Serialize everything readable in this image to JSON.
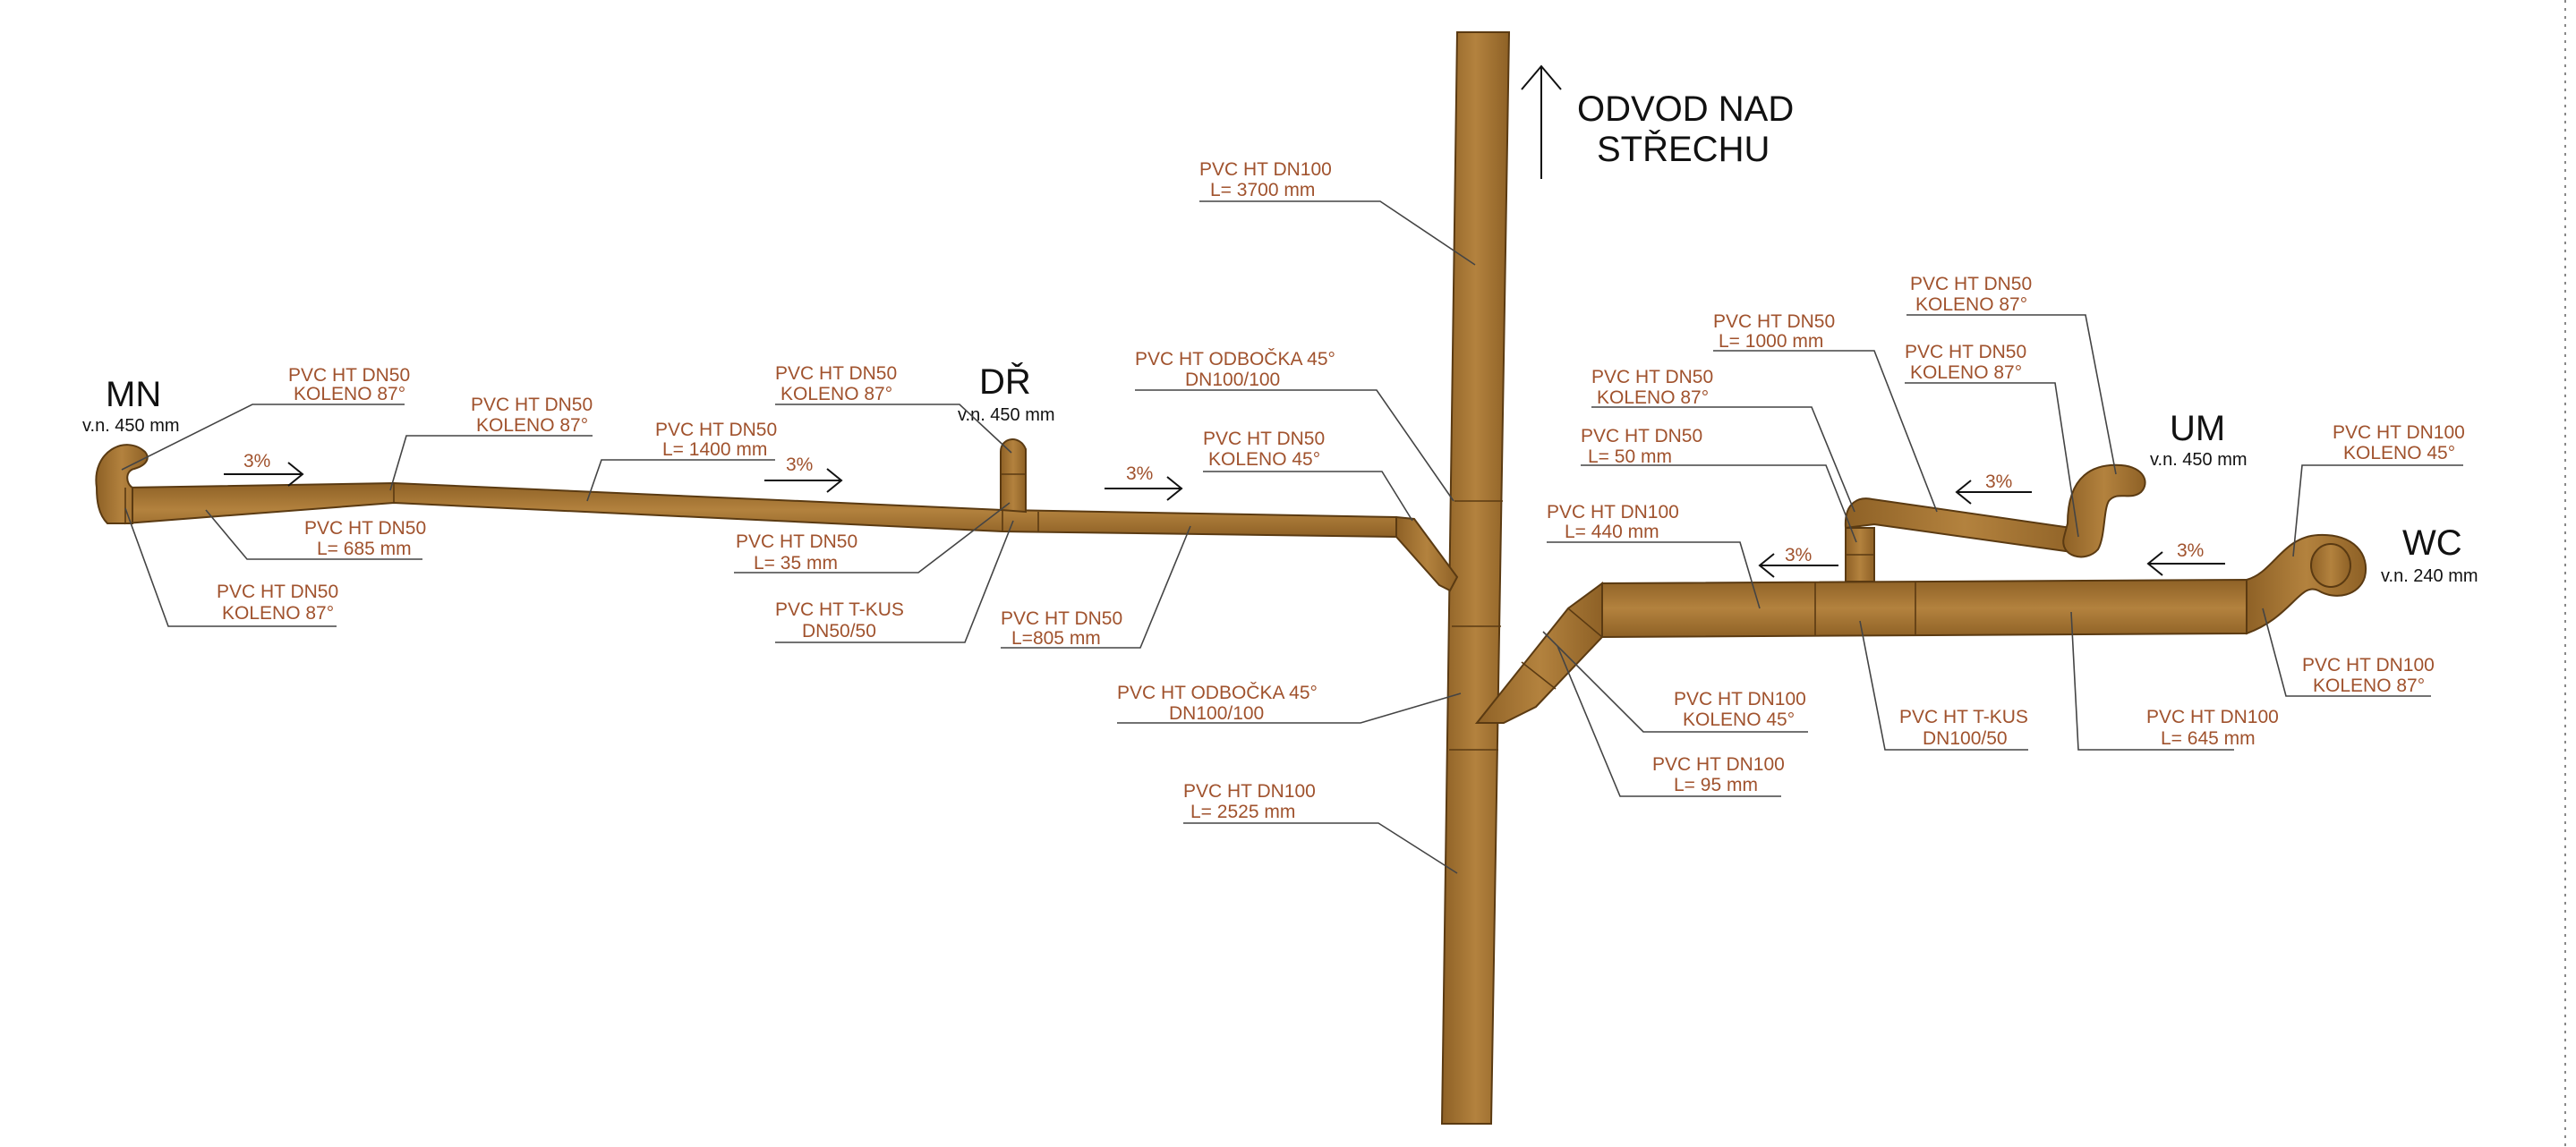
{
  "colors": {
    "pipe": "#a57432",
    "pipe_dark": "#6e4a17",
    "label": "#a0522d",
    "text": "#111111"
  },
  "vent_text": [
    "ODVOD NAD",
    "STŘECHU"
  ],
  "fixtures": {
    "mn": {
      "name": "MN",
      "height": "v.n. 450 mm"
    },
    "dr": {
      "name": "DŘ",
      "height": "v.n. 450 mm"
    },
    "um": {
      "name": "UM",
      "height": "v.n. 450 mm"
    },
    "wc": {
      "name": "WC",
      "height": "v.n. 240 mm"
    }
  },
  "slope": "3%",
  "labels": {
    "mn_elbow_top": [
      "PVC HT DN50",
      "KOLENO 87°"
    ],
    "mn_elbow_bottom": [
      "PVC HT DN50",
      "KOLENO 87°"
    ],
    "pipe_685": [
      "PVC HT DN50",
      "L= 685 mm"
    ],
    "elbow_87_mid": [
      "PVC HT DN50",
      "KOLENO 87°"
    ],
    "pipe_1400": [
      "PVC HT DN50",
      "L= 1400 mm"
    ],
    "dr_elbow": [
      "PVC HT DN50",
      "KOLENO 87°"
    ],
    "pipe_35": [
      "PVC HT DN50",
      "L= 35 mm"
    ],
    "tee_dn50": [
      "PVC HT T-KUS",
      "DN50/50"
    ],
    "pipe_805": [
      "PVC HT DN50",
      "L=805 mm"
    ],
    "elbow_45_dn50": [
      "PVC HT DN50",
      "KOLENO 45°"
    ],
    "branch_top": [
      "PVC HT ODBOČKA 45°",
      "DN100/100"
    ],
    "stack_3700": [
      "PVC HT DN100",
      "L= 3700 mm"
    ],
    "branch_bottom": [
      "PVC HT ODBOČKA 45°",
      "DN100/100"
    ],
    "stack_2525": [
      "PVC HT DN100",
      "L= 2525 mm"
    ],
    "pipe_1000": [
      "PVC HT DN50",
      "L= 1000 mm"
    ],
    "um_elbow_top": [
      "PVC HT DN50",
      "KOLENO 87°"
    ],
    "um_elbow_low": [
      "PVC HT DN50",
      "KOLENO 87°"
    ],
    "um_drop_elbow": [
      "PVC HT DN50",
      "KOLENO 87°"
    ],
    "pipe_50": [
      "PVC HT DN50",
      "L= 50 mm"
    ],
    "pipe_440": [
      "PVC HT DN100",
      "L= 440 mm"
    ],
    "wc_elbow_45": [
      "PVC HT DN100",
      "KOLENO 45°"
    ],
    "elbow_45_dn100": [
      "PVC HT DN100",
      "KOLENO 45°"
    ],
    "pipe_95": [
      "PVC HT DN100",
      "L= 95 mm"
    ],
    "tee_dn100": [
      "PVC HT T-KUS",
      "DN100/50"
    ],
    "pipe_645": [
      "PVC HT DN100",
      "L= 645 mm"
    ],
    "wc_elbow_87": [
      "PVC HT DN100",
      "KOLENO 87°"
    ]
  }
}
